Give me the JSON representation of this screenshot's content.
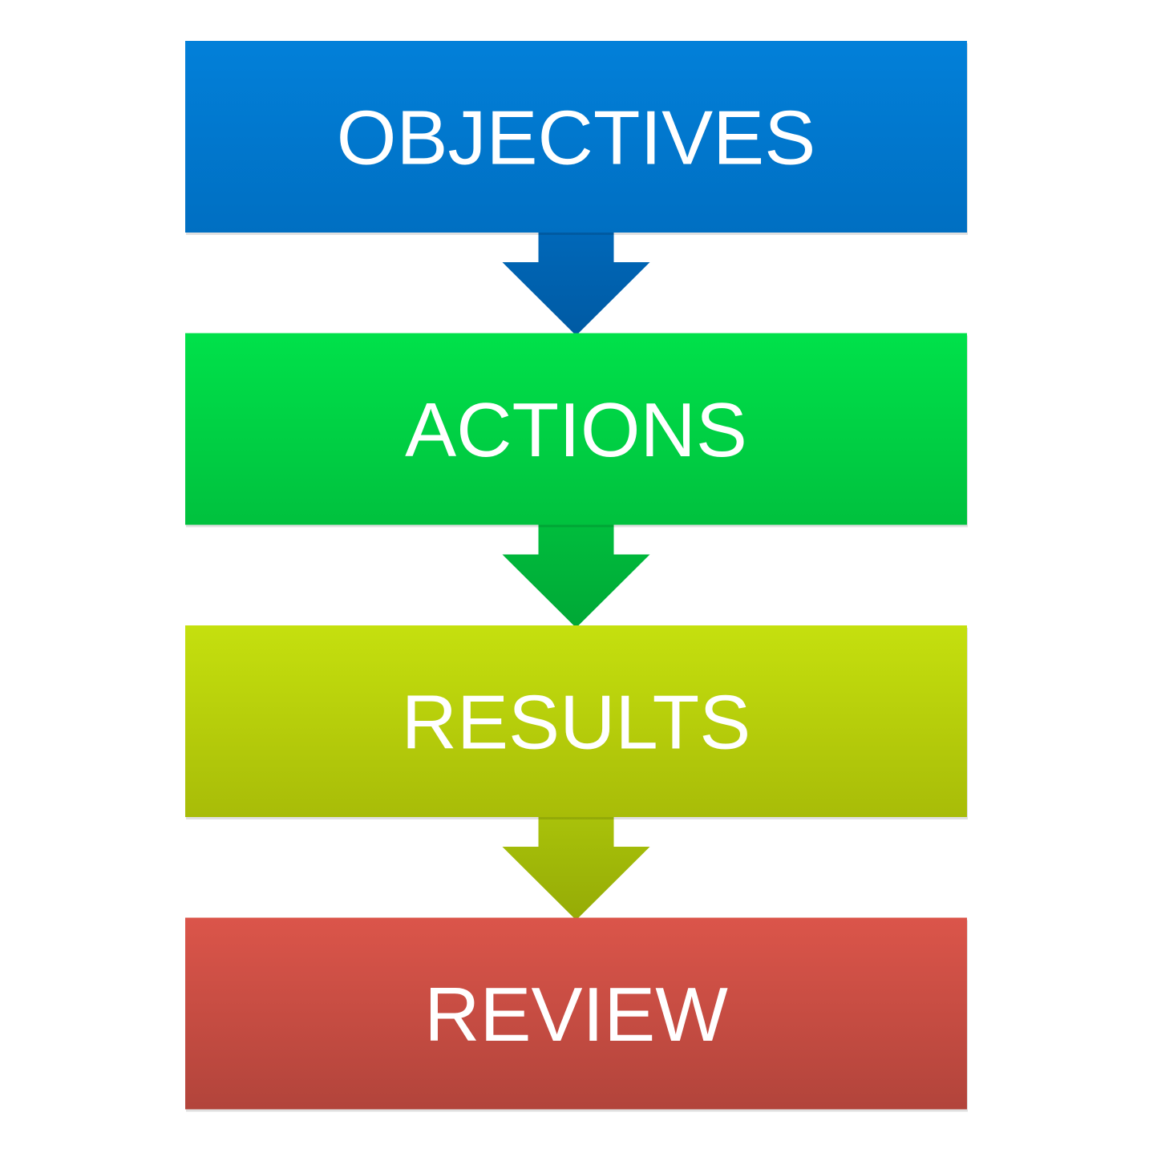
{
  "diagram": {
    "type": "process-flow",
    "stages": [
      {
        "id": "objectives",
        "label": "OBJECTIVES",
        "color_top": "#0280d9",
        "color_bottom": "#006fc2"
      },
      {
        "id": "actions",
        "label": "ACTIONS",
        "color_top": "#00e14a",
        "color_bottom": "#00c13e"
      },
      {
        "id": "results",
        "label": "RESULTS",
        "color_top": "#c5e00e",
        "color_bottom": "#a8bc08"
      },
      {
        "id": "review",
        "label": "REVIEW",
        "color_top": "#db554a",
        "color_bottom": "#b2443b"
      }
    ],
    "arrows": [
      {
        "from": "objectives",
        "to": "actions",
        "color_top": "#0068b9",
        "color_bottom": "#005aa3"
      },
      {
        "from": "actions",
        "to": "results",
        "color_top": "#00bd3d",
        "color_bottom": "#00a836"
      },
      {
        "from": "results",
        "to": "review",
        "color_top": "#a9c20a",
        "color_bottom": "#95ab06"
      }
    ]
  }
}
